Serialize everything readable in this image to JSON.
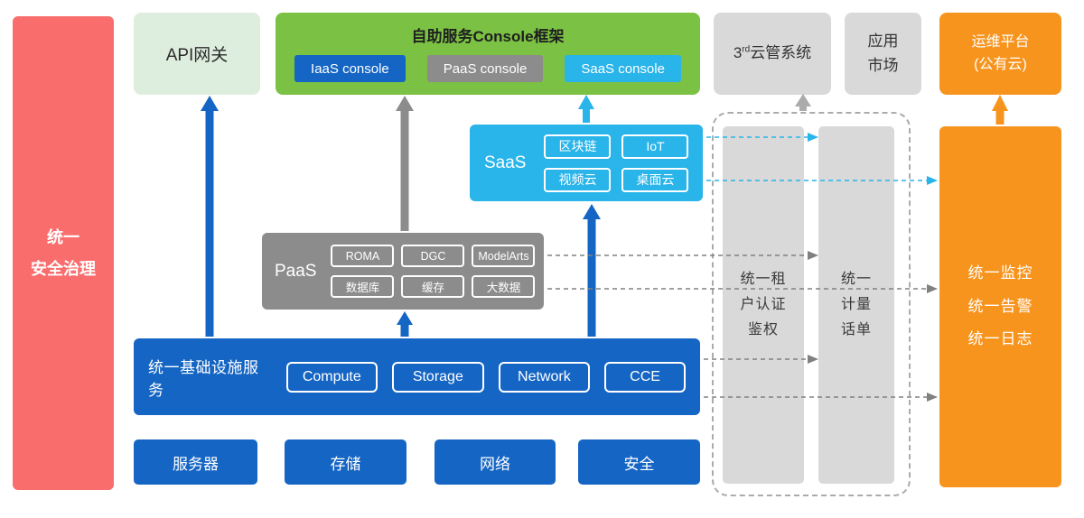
{
  "left_bar": {
    "lines": [
      "统一",
      "安全治理"
    ]
  },
  "top_row": {
    "api_gateway": {
      "label": "API网关"
    },
    "console_frame": {
      "title": "自助服务Console框架",
      "buttons": [
        {
          "label": "IaaS console"
        },
        {
          "label": "PaaS console"
        },
        {
          "label": "SaaS console"
        }
      ]
    },
    "cloud_mgmt": {
      "prefix": "3",
      "sup": "rd",
      "suffix": "云管系统"
    },
    "app_market": {
      "lines": [
        "应用",
        "市场"
      ]
    },
    "om_platform": {
      "lines": [
        "运维平台",
        "(公有云)"
      ]
    }
  },
  "saas_box": {
    "label": "SaaS",
    "services": [
      "区块链",
      "IoT",
      "视频云",
      "桌面云"
    ]
  },
  "paas_box": {
    "label": "PaaS",
    "services": [
      "ROMA",
      "DGC",
      "ModelArts",
      "数据库",
      "缓存",
      "大数据"
    ]
  },
  "infra_box": {
    "label": "统一基础设施服务",
    "services": [
      "Compute",
      "Storage",
      "Network",
      "CCE"
    ]
  },
  "resource_row": [
    "服务器",
    "存储",
    "网络",
    "安全"
  ],
  "right_panel": {
    "auth_bar": {
      "lines": [
        "统一租",
        "户认证",
        "鉴权"
      ]
    },
    "metering_bar": {
      "lines": [
        "统一",
        "计量",
        "话单"
      ]
    },
    "monitor_bar": {
      "lines": [
        "统一监控",
        "统一告警",
        "统一日志"
      ]
    }
  },
  "colors": {
    "security_red": "#F96D6D",
    "api_gateway_green": "#DEEEDE",
    "console_green": "#7BC143",
    "iaas_blue": "#1565C4",
    "paas_gray": "#8C8C8C",
    "saas_cyan": "#29B4EA",
    "panel_light_gray": "#D9D9D9",
    "om_orange": "#F7941E",
    "dashed_connector_gray": "#808080"
  }
}
